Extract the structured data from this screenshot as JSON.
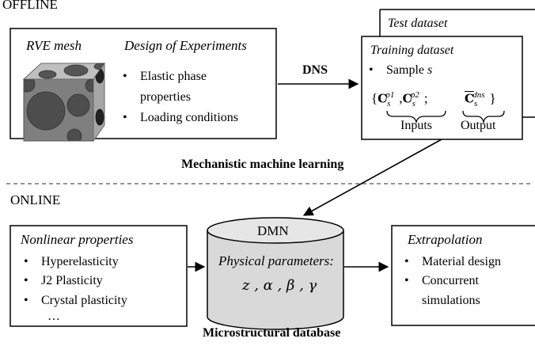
{
  "offline": {
    "label": "OFFLINE",
    "rve_title": "RVE mesh",
    "doe_title": "Design of Experiments",
    "doe_items": [
      "Elastic phase",
      "properties",
      "Loading conditions"
    ],
    "dns_label": "DNS",
    "test_dataset": "Test dataset",
    "training_dataset": "Training dataset",
    "sample_text": "Sample",
    "sample_var": "s",
    "inputs_label": "Inputs",
    "output_label": "Output",
    "mml_label": "Mechanistic machine learning"
  },
  "online": {
    "label": "ONLINE",
    "nonlinear_title": "Nonlinear properties",
    "nonlinear_items": [
      "Hyperelasticity",
      "J2 Plasticity",
      "Crystal plasticity",
      "…"
    ],
    "dmn_label": "DMN",
    "physical_title": "Physical parameters:",
    "physical_symbols": "z , α , β , γ",
    "database_label": "Microstructural database",
    "extrapolation_title": "Extrapolation",
    "extrapolation_items": [
      "Material design",
      "Concurrent",
      "simulations"
    ]
  }
}
